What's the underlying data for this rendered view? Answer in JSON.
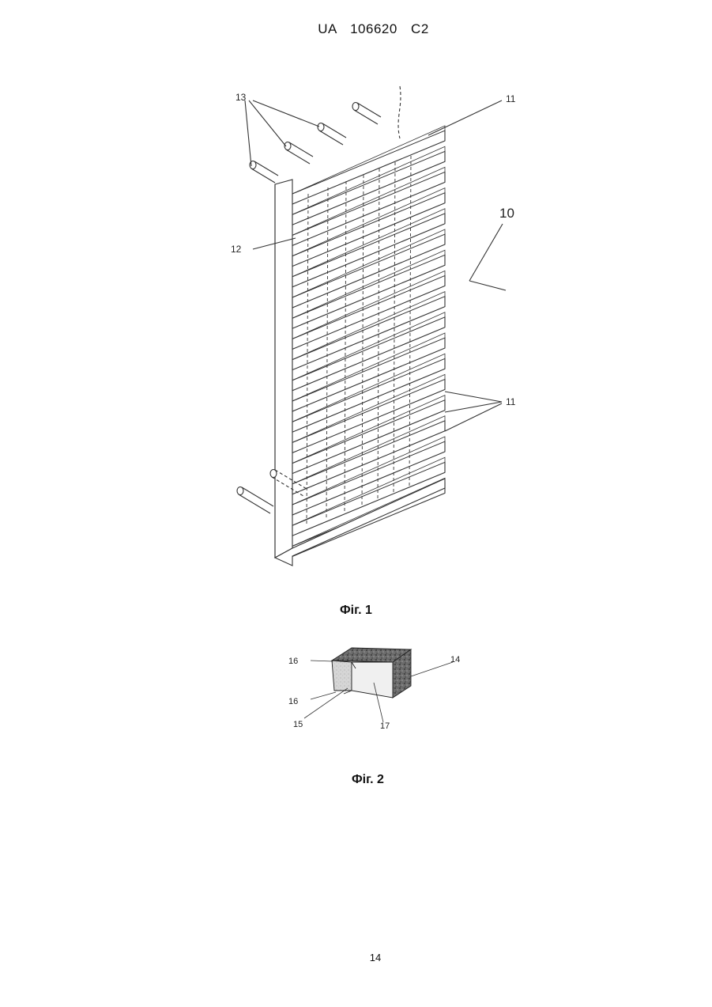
{
  "header": {
    "text": "UA   106620   C2"
  },
  "figure1": {
    "caption": "Фіг. 1",
    "labels": {
      "l13": "13",
      "l11_top": "11",
      "l10": "10",
      "l12": "12",
      "l11_right": "11"
    }
  },
  "figure2": {
    "caption": "Фіг. 2",
    "labels": {
      "l16a": "16",
      "l14": "14",
      "l16b": "16",
      "l15": "15",
      "l17": "17"
    }
  },
  "footer": {
    "page_number": "14"
  }
}
